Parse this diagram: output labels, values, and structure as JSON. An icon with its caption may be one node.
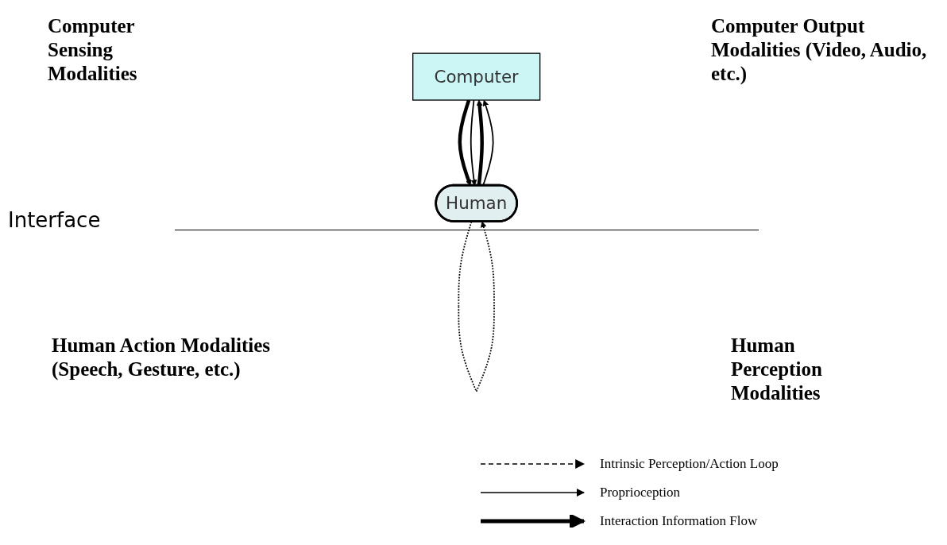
{
  "diagram": {
    "nodes": [
      {
        "text": [
          "Computer"
        ]
      },
      {
        "text": [
          "Human"
        ]
      }
    ],
    "edges": [
      {
        "from": 1,
        "to": 0,
        "arrow": "to",
        "style": "thick"
      },
      {
        "from": 0,
        "to": 1,
        "arrow": "to",
        "style": "thick"
      },
      {
        "from": 1,
        "to": 0,
        "arrow": "to"
      },
      {
        "from": 0,
        "to": 1,
        "arrow": "to"
      },
      {
        "from": 1,
        "to": 1,
        "arrow": "to",
        "style": "dashed"
      }
    ],
    "labels": [
      "Computer Sensing Modalities",
      "Computer Output Modalities (Video, Audio, etc.)",
      "Interface",
      "Human Action Modalities (Speech, Gesture, etc.)",
      "Human Perception Modalities"
    ],
    "legend": [
      {
        "text": "Intrinsic Perception/Action Loop"
      },
      {
        "text": "Proprioception"
      },
      {
        "text": "Interaction Information Flow"
      }
    ]
  }
}
